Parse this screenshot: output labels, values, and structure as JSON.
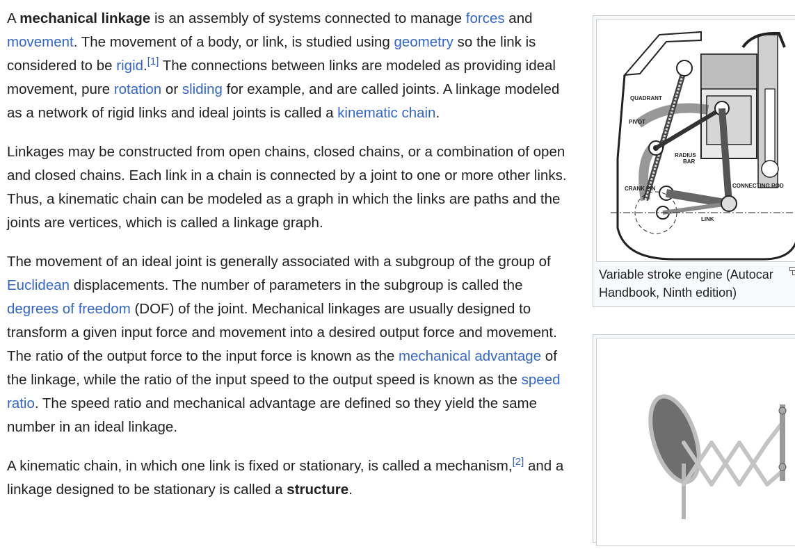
{
  "paragraphs": [
    {
      "id": "p1",
      "parts": [
        {
          "t": "text",
          "v": "A "
        },
        {
          "t": "bold",
          "v": "mechanical linkage"
        },
        {
          "t": "text",
          "v": " is an assembly of systems connected to manage "
        },
        {
          "t": "link",
          "v": "forces"
        },
        {
          "t": "text",
          "v": " and "
        },
        {
          "t": "link",
          "v": "movement"
        },
        {
          "t": "text",
          "v": ". The movement of a body, or link, is studied using "
        },
        {
          "t": "link",
          "v": "geometry"
        },
        {
          "t": "text",
          "v": " so the link is considered to be "
        },
        {
          "t": "link",
          "v": "rigid"
        },
        {
          "t": "text",
          "v": "."
        },
        {
          "t": "ref",
          "v": "[1]"
        },
        {
          "t": "text",
          "v": " The connections between links are modeled as providing ideal movement, pure "
        },
        {
          "t": "link",
          "v": "rotation"
        },
        {
          "t": "text",
          "v": " or "
        },
        {
          "t": "link",
          "v": "sliding"
        },
        {
          "t": "text",
          "v": " for example, and are called joints. A linkage modeled as a network of rigid links and ideal joints is called a "
        },
        {
          "t": "link",
          "v": "kinematic chain"
        },
        {
          "t": "text",
          "v": "."
        }
      ]
    },
    {
      "id": "p2",
      "parts": [
        {
          "t": "text",
          "v": "Linkages may be constructed from open chains, closed chains, or a combination of open and closed chains. Each link in a chain is connected by a joint to one or more other links. Thus, a kinematic chain can be modeled as a graph in which the links are paths and the joints are vertices, which is called a linkage graph."
        }
      ]
    },
    {
      "id": "p3",
      "parts": [
        {
          "t": "text",
          "v": "The movement of an ideal joint is generally associated with a subgroup of the group of "
        },
        {
          "t": "link",
          "v": "Euclidean"
        },
        {
          "t": "text",
          "v": " displacements. The number of parameters in the subgroup is called the "
        },
        {
          "t": "link",
          "v": "degrees of freedom"
        },
        {
          "t": "text",
          "v": " (DOF) of the joint. Mechanical linkages are usually designed to transform a given input force and movement into a desired output force and movement. The ratio of the output force to the input force is known as the "
        },
        {
          "t": "link",
          "v": "mechanical advantage"
        },
        {
          "t": "text",
          "v": " of the linkage, while the ratio of the input speed to the output speed is known as the "
        },
        {
          "t": "link",
          "v": "speed ratio"
        },
        {
          "t": "text",
          "v": ". The speed ratio and mechanical advantage are defined so they yield the same number in an ideal linkage."
        }
      ]
    },
    {
      "id": "p4",
      "parts": [
        {
          "t": "text",
          "v": "A kinematic chain, in which one link is fixed or stationary, is called a mechanism,"
        },
        {
          "t": "ref",
          "v": "[2]"
        },
        {
          "t": "text",
          "v": " and a linkage designed to be stationary is called a "
        },
        {
          "t": "bold",
          "v": "structure"
        },
        {
          "t": "text",
          "v": "."
        }
      ]
    }
  ],
  "figure1": {
    "caption": "Variable stroke engine (Autocar Handbook, Ninth edition)",
    "labels": {
      "quadrant": "QUADRANT",
      "pivot": "PIVOT",
      "radius_bar_1": "RADIUS",
      "radius_bar_2": "BAR",
      "crank_pin": "CRANK PIN",
      "connecting_rod": "CONNECTING ROD",
      "link": "LINK"
    }
  },
  "figure2": {
    "caption": ""
  },
  "icons": {
    "magnify": "magnify-icon"
  },
  "colors": {
    "link": "#3366cc",
    "text": "#202122",
    "frame": "#c8ccd1",
    "frame_bg": "#f8f9fa"
  }
}
